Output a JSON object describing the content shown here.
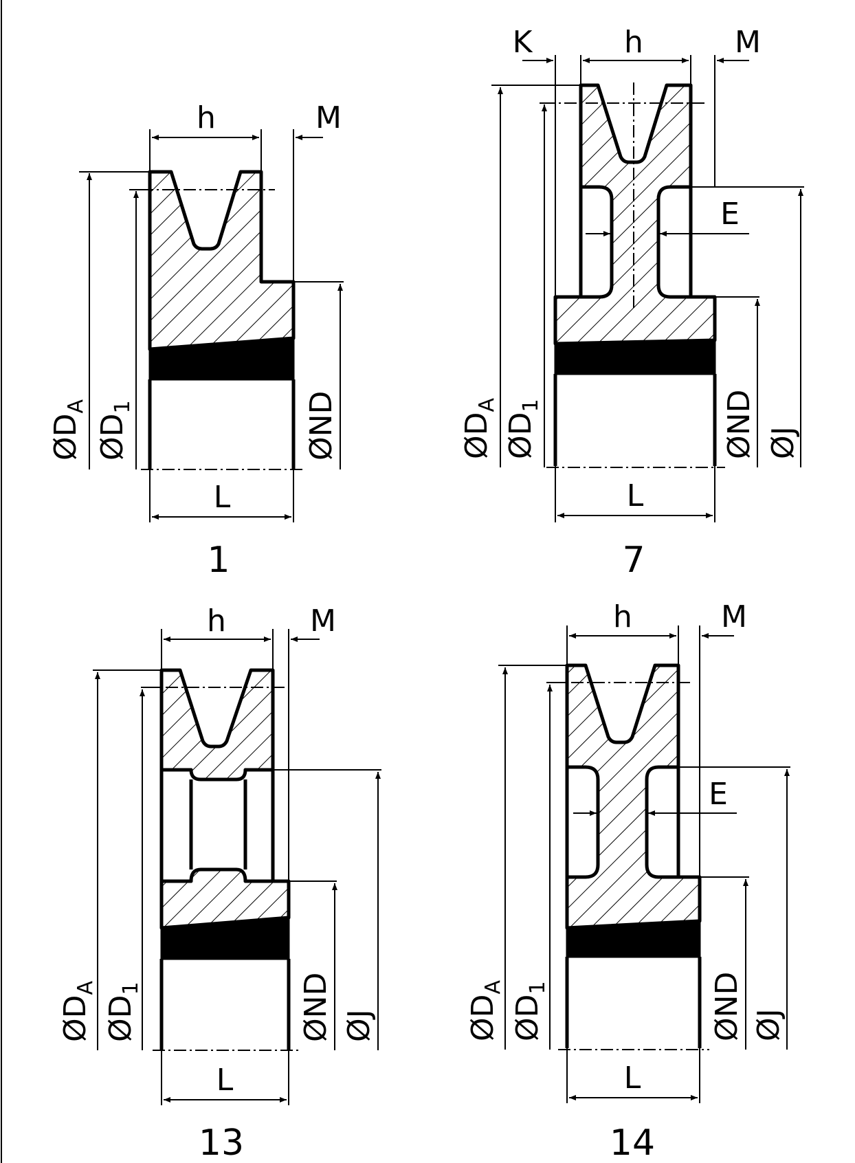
{
  "labels": {
    "h": "h",
    "M": "M",
    "K": "K",
    "E": "E",
    "L": "L",
    "diameter_symbol": "Ø",
    "DA_main": "D",
    "DA_sub": "A",
    "D1_main": "D",
    "D1_sub": "1",
    "ND": "ND",
    "J": "J"
  },
  "variants": [
    {
      "id": "1",
      "label": "1"
    },
    {
      "id": "7",
      "label": "7"
    },
    {
      "id": "13",
      "label": "13"
    },
    {
      "id": "14",
      "label": "14"
    }
  ],
  "colors": {
    "ink": "#000000",
    "paper": "#ffffff"
  }
}
